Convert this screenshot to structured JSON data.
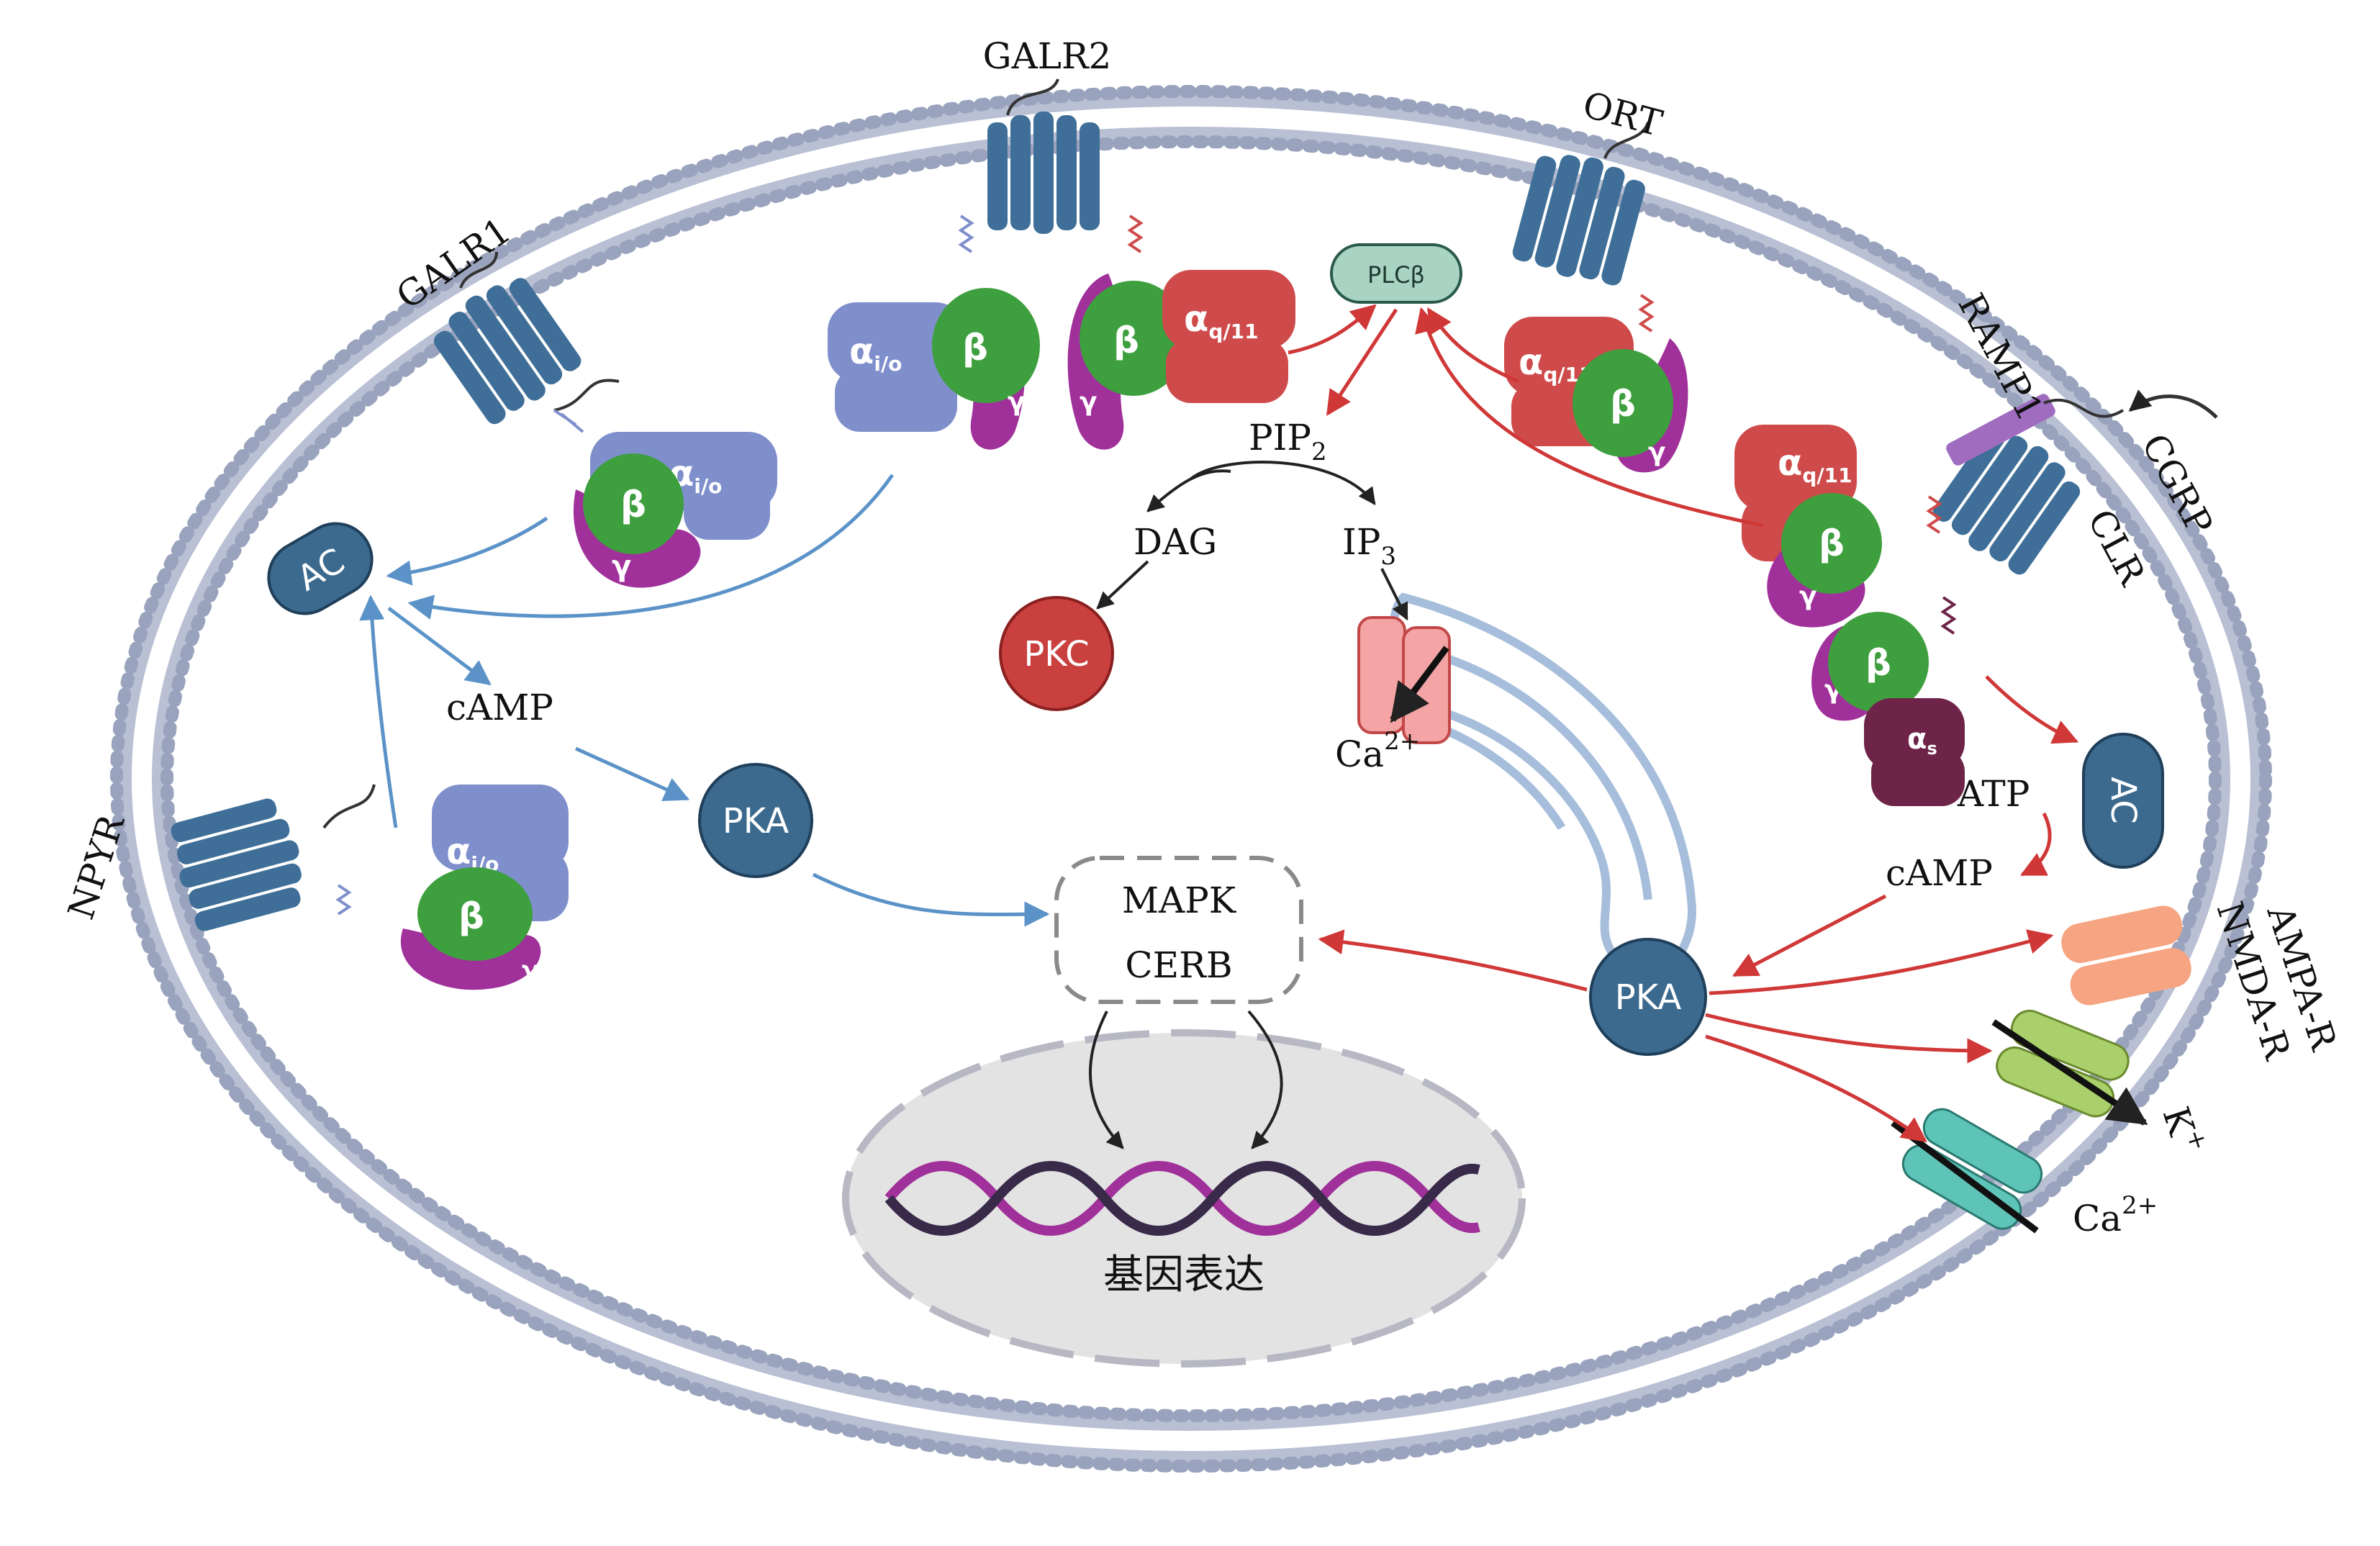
{
  "receptors": {
    "galr1": "GALR1",
    "galr2": "GALR2",
    "ort": "ORT",
    "ramp1": "RAMP1",
    "cgrp": "CGRP",
    "clr": "CLR",
    "npyr": "NPYR",
    "ampa": "AMPA-R",
    "nmda": "NMDA-R"
  },
  "gproteins": {
    "alpha_io": "α",
    "alpha_io_sub": "i/o",
    "alpha_q11": "α",
    "alpha_q11_sub": "q/11",
    "alpha_s": "α",
    "alpha_s_sub": "s",
    "beta": "β",
    "gamma": "γ"
  },
  "enzymes": {
    "ac": "AC",
    "pka": "PKA",
    "pkc": "PKC",
    "plcb": "PLCβ"
  },
  "messengers": {
    "camp": "cAMP",
    "atp": "ATP",
    "pip": "PIP",
    "pip_sub": "2",
    "dag": "DAG",
    "ip": "IP",
    "ip_sub": "3",
    "ca": "Ca",
    "ca_sup": "2+",
    "k": "K",
    "k_sup": "+"
  },
  "nucleus": {
    "mapk": "MAPK",
    "cerb": "CERB",
    "gene_expression": "基因表达"
  },
  "colors": {
    "membrane": "#9aa3bd",
    "receptor": "#3f6f98",
    "alpha_io": "#7f8fcb",
    "alpha_q": "#cf4a4a",
    "alpha_s": "#6e2448",
    "beta": "#3e9f3e",
    "gamma": "#a0309a",
    "ac_pka": "#3c6a8e",
    "pkc": "#c9403f",
    "plcb": "#a9d3c3",
    "blue_arrow": "#5b93c8",
    "red_arrow": "#d03838",
    "ampa": "#f6a482",
    "nmda": "#a9d06a",
    "ca_channel": "#5ec4b8",
    "er": "#a6bedb",
    "nucleus": "#e3e3e3"
  }
}
